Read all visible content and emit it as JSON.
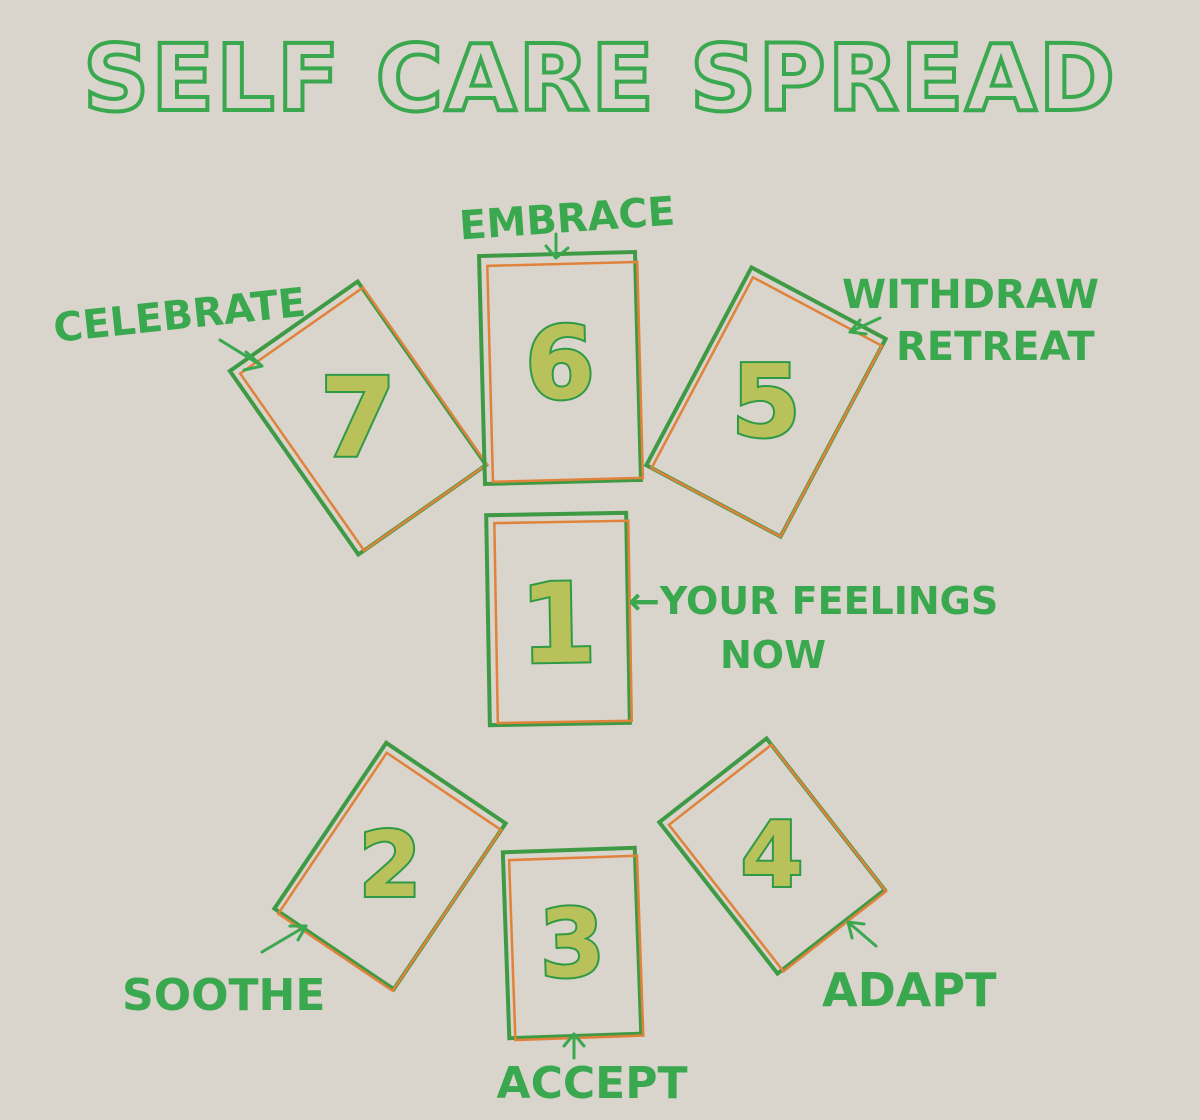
{
  "title": "SELF CARE SPREAD",
  "colors": {
    "background": "#d9d4cc",
    "ink_green": "#3aa84e",
    "ink_orange": "#e0823a"
  },
  "cards": [
    {
      "number": "1",
      "label_lines": [
        "←YOUR FEELINGS",
        "NOW"
      ]
    },
    {
      "number": "2",
      "label_lines": [
        "SOOTHE"
      ]
    },
    {
      "number": "3",
      "label_lines": [
        "ACCEPT"
      ]
    },
    {
      "number": "4",
      "label_lines": [
        "ADAPT"
      ]
    },
    {
      "number": "5",
      "label_lines": [
        "WITHDRAW",
        "RETREAT"
      ]
    },
    {
      "number": "6",
      "label_lines": [
        "EMBRACE"
      ]
    },
    {
      "number": "7",
      "label_lines": [
        "CELEBRATE"
      ]
    }
  ]
}
